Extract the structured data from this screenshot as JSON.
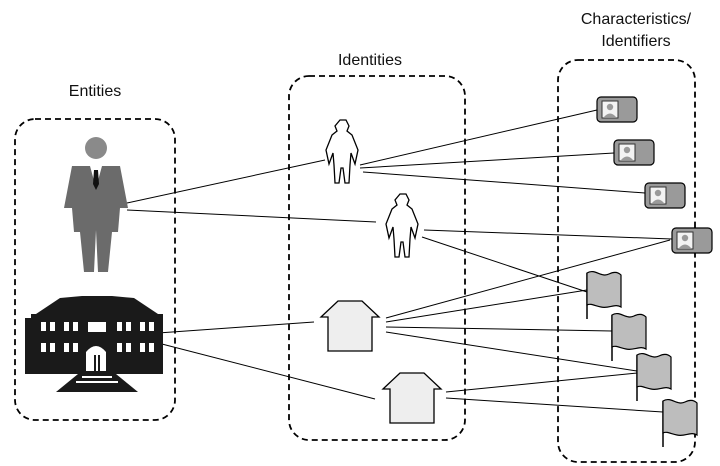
{
  "labels": {
    "entities": "Entities",
    "identities": "Identities",
    "characteristics_line1": "Characteristics/",
    "characteristics_line2": "Identifiers"
  },
  "colors": {
    "suit": "#6b6b6b",
    "head": "#8a8a8a",
    "building": "#1a1a1a",
    "card": "#9a9a9a",
    "flag": "#bdbdbd",
    "house_fill": "#eeeeee",
    "line": "#000000"
  },
  "icons": [
    "person-icon",
    "building-icon",
    "outline-person-icon",
    "house-icon",
    "id-card-icon",
    "flag-icon"
  ]
}
